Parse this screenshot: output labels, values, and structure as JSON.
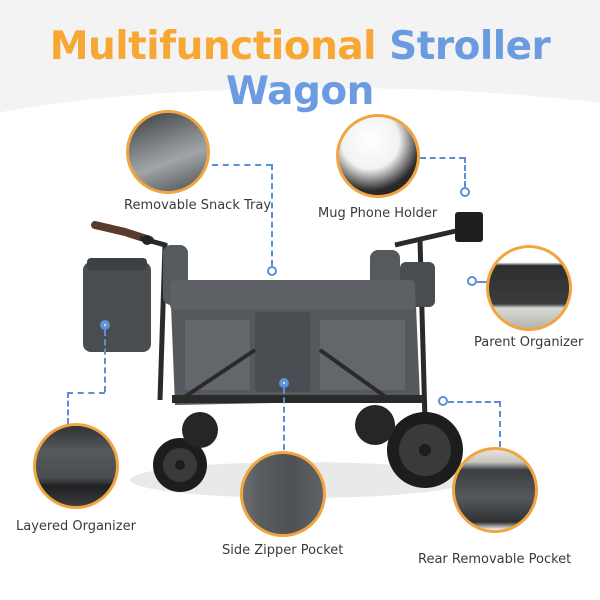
{
  "header": {
    "title_part1": "Multifunctional",
    "title_part2": "Stroller Wagon"
  },
  "colors": {
    "title_orange": "#f7a733",
    "title_blue": "#6b9be0",
    "callout_line": "#5e8fd6",
    "circle_border": "#f0a540"
  },
  "features": [
    {
      "label": "Removable Snack Tray",
      "icon": "snack-tray-photo"
    },
    {
      "label": "Mug Phone Holder",
      "icon": "mug-phone-holder-photo"
    },
    {
      "label": "Parent Organizer",
      "icon": "parent-organizer-photo"
    },
    {
      "label": "Layered Organizer",
      "icon": "layered-organizer-photo"
    },
    {
      "label": "Side Zipper Pocket",
      "icon": "side-zipper-pocket-photo"
    },
    {
      "label": "Rear Removable Pocket",
      "icon": "rear-removable-pocket-photo"
    }
  ]
}
